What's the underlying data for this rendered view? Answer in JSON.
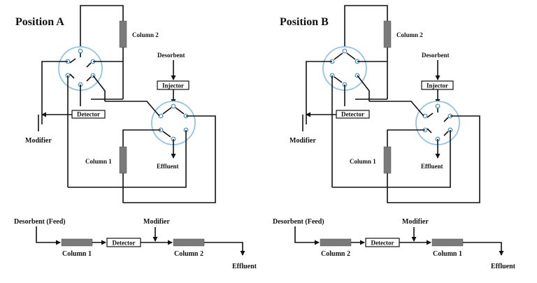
{
  "panels": [
    {
      "title": "Position A",
      "column_top": "Column 2",
      "column_bottom": "Column 1",
      "desorbent": "Desorbent",
      "injector": "Injector",
      "detector": "Detector",
      "modifier": "Modifier",
      "effluent": "Effluent"
    },
    {
      "title": "Position B",
      "column_top": "Column 2",
      "column_bottom": "Column 1",
      "desorbent": "Desorbent",
      "injector": "Injector",
      "detector": "Detector",
      "modifier": "Modifier",
      "effluent": "Effluent"
    }
  ],
  "flows": [
    {
      "feed": "Desorbent (Feed)",
      "first_column": "Column 1",
      "detector": "Detector",
      "modifier": "Modifier",
      "second_column": "Column 2",
      "effluent": "Effluent"
    },
    {
      "feed": "Desorbent (Feed)",
      "first_column": "Column 2",
      "detector": "Detector",
      "modifier": "Modifier",
      "second_column": "Column 1",
      "effluent": "Effluent"
    }
  ]
}
